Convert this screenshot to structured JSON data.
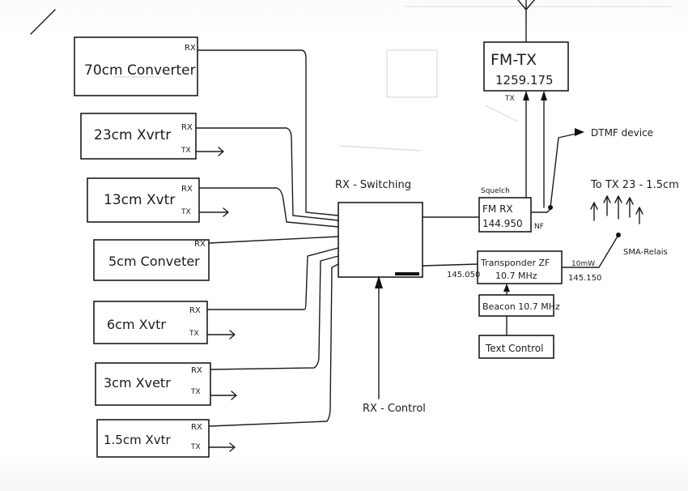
{
  "blocks": {
    "conv70": {
      "label": "70cm Converter",
      "rx": "RX"
    },
    "xvrtr23": {
      "label": "23cm Xvrtr",
      "rx": "RX",
      "tx": "TX"
    },
    "xvtr13": {
      "label": "13cm Xvtr",
      "rx": "RX",
      "tx": "TX"
    },
    "conv5": {
      "label": "5cm Conveter",
      "rx": "RX"
    },
    "xvtr6": {
      "label": "6cm Xvtr",
      "rx": "RX",
      "tx": "TX"
    },
    "xvtr3": {
      "label": "3cm Xvetr",
      "rx": "RX",
      "tx": "TX"
    },
    "xvtr15": {
      "label": "1.5cm Xvtr",
      "rx": "RX",
      "tx": "TX"
    },
    "rx_switching": {
      "label": "RX - Switching"
    },
    "fm_tx": {
      "line1": "FM-TX",
      "line2": "1259.175",
      "tx": "TX"
    },
    "fm_rx": {
      "line1": "FM RX",
      "line2": "144.950",
      "squelch": "Squelch",
      "nf": "NF"
    },
    "transponder": {
      "line1": "Transponder ZF",
      "line2": "10.7 MHz",
      "left_freq": "145.050",
      "right_freq": "145.150",
      "right_label": "10mW"
    },
    "beacon": {
      "label": "Beacon 10.7 MHz"
    },
    "text_control": {
      "label": "Text Control"
    }
  },
  "annotations": {
    "rx_control": "RX - Control",
    "dtmf": "DTMF device",
    "to_tx": "To TX 23 - 1.5cm",
    "sma_relais": "SMA-Relais"
  }
}
